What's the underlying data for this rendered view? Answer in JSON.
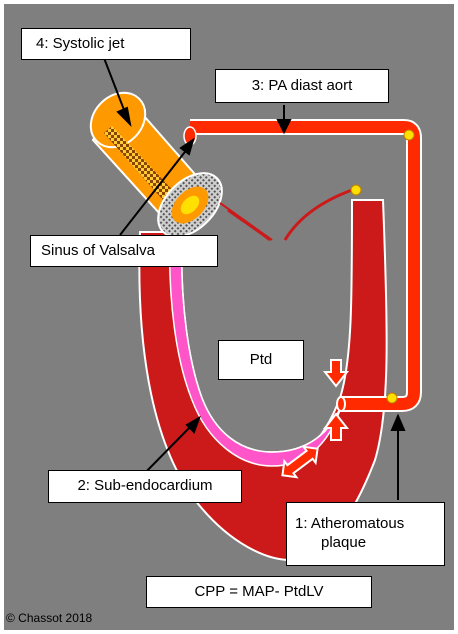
{
  "labels": {
    "systolic_jet": "4: Systolic jet",
    "pa_diast_aort": "3: PA diast aort",
    "sinus_of_valsalva": "Sinus of Valsalva",
    "ptd": "Ptd",
    "sub_endocardium": "2: Sub-endocardium",
    "atheromatous_plaque_line1": "1:  Atheromatous",
    "atheromatous_plaque_line2": "plaque",
    "cpp_formula": "CPP = MAP- PtdLV"
  },
  "copyright": "© Chassot 2018",
  "colors": {
    "background": "#7f7f7f",
    "myocardium": "#cc1a1a",
    "sub_endocardium": "#ff55c8",
    "vessel": "#ff2a00",
    "aorta": "#ff9900",
    "plaque": "#ffe000",
    "outline": "#ffffff"
  },
  "icons": [
    "double-arrow-icon",
    "compression-arrows-icon"
  ]
}
